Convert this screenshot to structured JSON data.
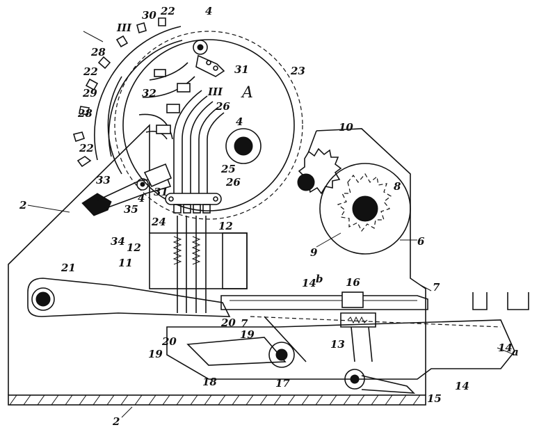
{
  "figure": {
    "labels": {
      "l30": "30",
      "l22a": "22",
      "l4a": "4",
      "l3a": "III",
      "l28a": "28",
      "l22b": "22",
      "l31a": "31",
      "l23": "23",
      "lA": "A",
      "l29": "29",
      "l32": "32",
      "l3b": "III",
      "l26a": "26",
      "l28b": "28",
      "l4b": "4",
      "l10": "10",
      "l22c": "22",
      "l25": "25",
      "l8": "8",
      "l26b": "26",
      "l33": "33",
      "l4c": "4",
      "l35": "35",
      "l31b": "31",
      "l2a": "2",
      "l24": "24",
      "l12a": "12",
      "l6": "6",
      "l9": "9",
      "l34": "34",
      "l12b": "12",
      "l11": "11",
      "l21": "21",
      "l14b": "14",
      "l14bsub": "b",
      "l16": "16",
      "l7a": "7",
      "l7b": "7",
      "l20a": "20",
      "l20b": "20",
      "l19a": "19",
      "l19b": "19",
      "l13": "13",
      "l14a": "14",
      "l14asub": "a",
      "l14c": "14",
      "l18": "18",
      "l17": "17",
      "l15": "15",
      "l2b": "2"
    }
  }
}
